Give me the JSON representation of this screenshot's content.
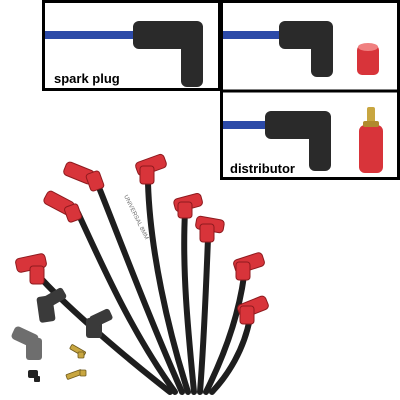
{
  "captions": {
    "spark_plug": "spark plug",
    "distributor": "distributor"
  },
  "wire_print": "UNIVERSAL 8MM",
  "colors": {
    "blue_wire": "#2c4aa8",
    "boot_black": "#2a2a2a",
    "boot_red": "#d8343a",
    "panel_border": "#000000",
    "terminal_brass": "#c8a640"
  }
}
